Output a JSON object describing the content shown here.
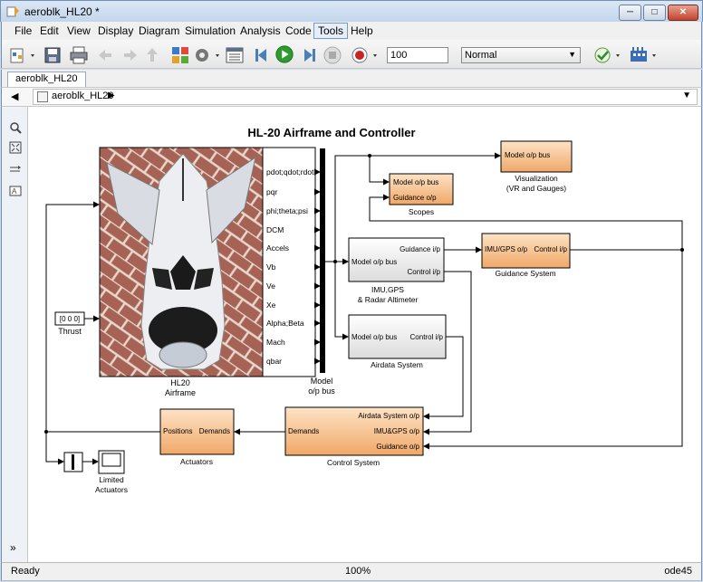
{
  "window": {
    "title": "aeroblk_HL20 *"
  },
  "menu": [
    "File",
    "Edit",
    "View",
    "Display",
    "Diagram",
    "Simulation",
    "Analysis",
    "Code",
    "Tools",
    "Help"
  ],
  "toolbar": {
    "stop_time": "100",
    "sim_mode": "Normal"
  },
  "tab": {
    "label": "aeroblk_HL20"
  },
  "breadcrumb": {
    "model": "aeroblk_HL20"
  },
  "diagram": {
    "title": "HL-20 Airframe and Controller",
    "airframe": {
      "name_line1": "HL20",
      "name_line2": "Airframe",
      "ports": [
        "pdot;qdot;rdot",
        "pqr",
        "phi;theta;psi",
        "DCM",
        "Accels",
        "Vb",
        "Ve",
        "Xe",
        "Alpha;Beta",
        "Mach",
        "qbar"
      ]
    },
    "thrust": {
      "value": "[0 0 0]",
      "label": "Thrust"
    },
    "bus": {
      "label_line1": "Model",
      "label_line2": "o/p bus"
    },
    "visualization": {
      "port": "Model o/p  bus",
      "label_line1": "Visualization",
      "label_line2": "(VR and Gauges)"
    },
    "scopes": {
      "port1": "Model o/p bus",
      "port2": "Guidance o/p",
      "label": "Scopes"
    },
    "sensors": {
      "in": "Model o/p bus",
      "out1": "Guidance i/p",
      "out2": "Control i/p",
      "label_line1": "IMU,GPS",
      "label_line2": "& Radar Altimeter"
    },
    "guidance": {
      "in": "IMU/GPS o/p",
      "out": "Control i/p",
      "label": "Guidance System"
    },
    "airdata": {
      "in": "Model o/p bus",
      "out": "Control i/p",
      "label": "Airdata System"
    },
    "control": {
      "out": "Demands",
      "in1": "Airdata System o/p",
      "in2": "IMU&GPS o/p",
      "in3": "Guidance o/p",
      "label": "Control System"
    },
    "actuators": {
      "out": "Positions",
      "in": "Demands",
      "label": "Actuators"
    },
    "limited": {
      "label_line1": "Limited",
      "label_line2": "Actuators"
    }
  },
  "status": {
    "left": "Ready",
    "zoom": "100%",
    "solver": "ode45"
  }
}
